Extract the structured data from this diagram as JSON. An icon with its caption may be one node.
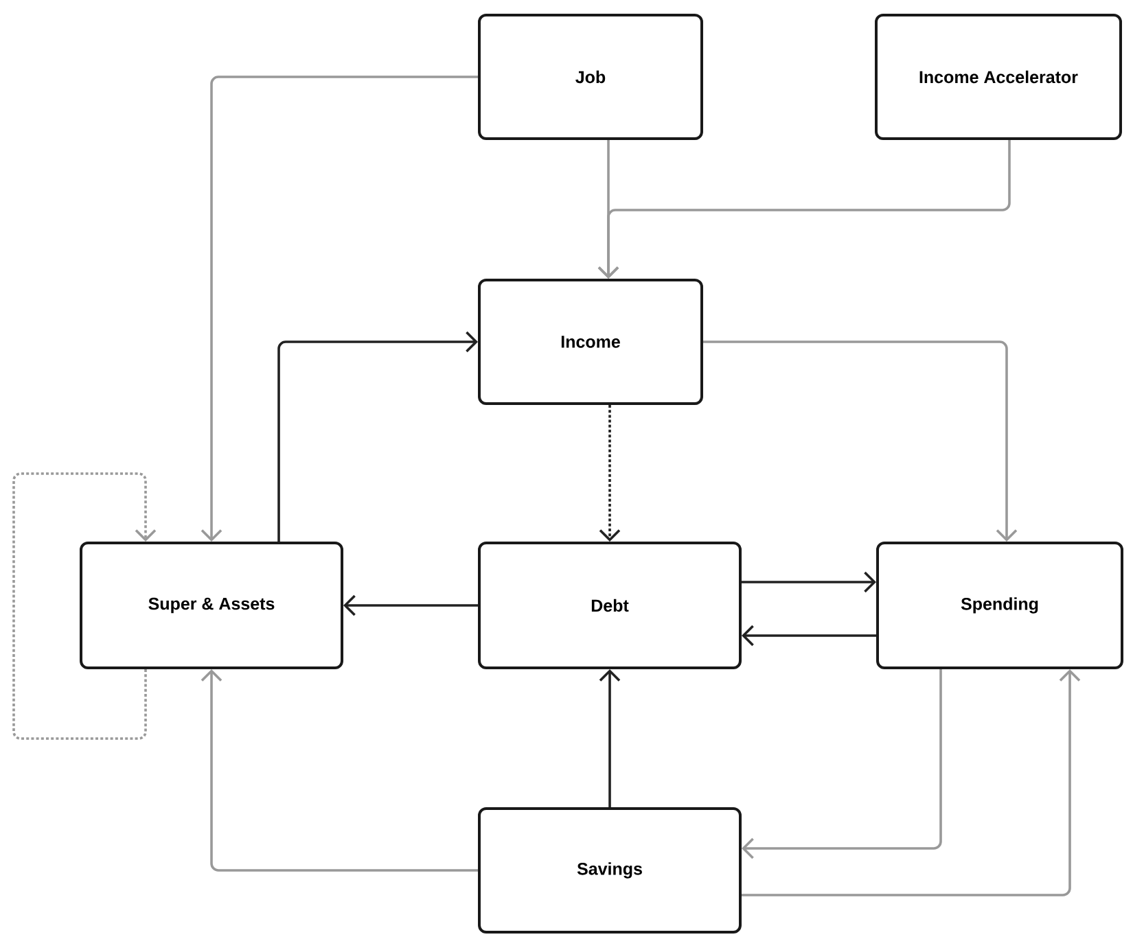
{
  "diagram": {
    "nodes": [
      {
        "text": [
          "Job"
        ]
      },
      {
        "text": [
          "Income Accelerator"
        ]
      },
      {
        "text": [
          "Income"
        ]
      },
      {
        "text": [
          "Super & Assets"
        ]
      },
      {
        "text": [
          "Debt"
        ]
      },
      {
        "text": [
          "Spending"
        ]
      },
      {
        "text": [
          "Savings"
        ]
      }
    ],
    "edges": [
      {
        "from": 0,
        "to": 3,
        "arrow": "to"
      },
      {
        "from": 0,
        "to": 2,
        "arrow": "to"
      },
      {
        "from": 1,
        "to": 2,
        "arrow": "to"
      },
      {
        "from": 3,
        "to": 2,
        "arrow": "to",
        "color": "#222222"
      },
      {
        "from": 2,
        "to": 5,
        "arrow": "to"
      },
      {
        "from": 2,
        "to": 4,
        "arrow": "to",
        "style": "dashed",
        "color": "#222222"
      },
      {
        "from": 3,
        "to": 3,
        "arrow": "to",
        "style": "dashed"
      },
      {
        "from": 4,
        "to": 3,
        "arrow": "to",
        "color": "#222222"
      },
      {
        "from": 4,
        "to": 5,
        "arrow": "to",
        "color": "#222222"
      },
      {
        "from": 5,
        "to": 4,
        "arrow": "to",
        "color": "#222222"
      },
      {
        "from": 6,
        "to": 4,
        "arrow": "to",
        "color": "#222222"
      },
      {
        "from": 6,
        "to": 3,
        "arrow": "to"
      },
      {
        "from": 5,
        "to": 6,
        "arrow": "to"
      },
      {
        "from": 6,
        "to": 5,
        "arrow": "to"
      }
    ]
  }
}
